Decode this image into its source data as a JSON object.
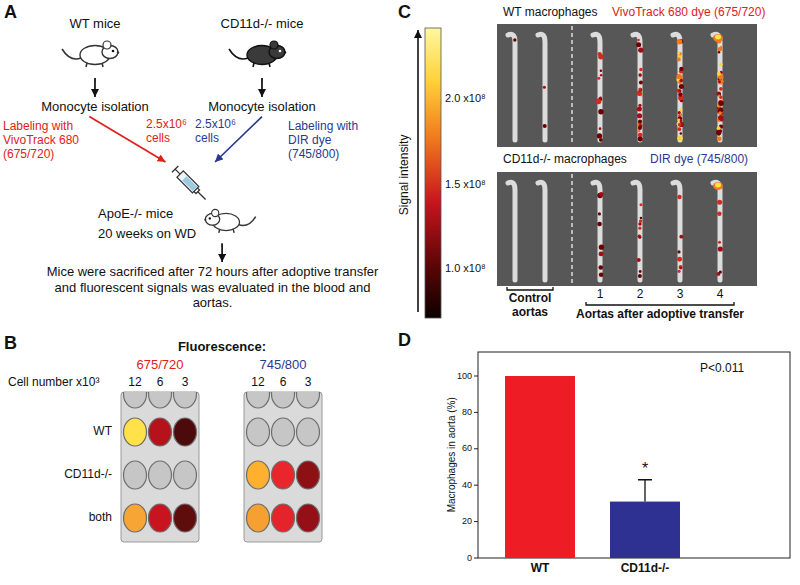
{
  "diagram": {
    "nodes": [
      {
        "text": [
          "WT mice"
        ]
      },
      {
        "text": [
          "CD11d-/- mice"
        ]
      },
      {
        "text": [
          "Monocyte isolation"
        ]
      },
      {
        "text": [
          "Monocyte isolation"
        ]
      },
      {
        "text": [
          "ApoE-/- mice",
          "20 weeks on WD"
        ]
      },
      {
        "text": [
          "Mice were sacrificed after 72 hours after adoptive transfer and fluorescent signals was evaluated in the blood and aortas."
        ]
      }
    ],
    "edges": [
      {
        "from": 0,
        "to": 2,
        "arrow": "to"
      },
      {
        "from": 1,
        "to": 3,
        "arrow": "to"
      },
      {
        "from": 2,
        "to": 4,
        "arrow": "to"
      },
      {
        "from": 3,
        "to": 4,
        "arrow": "to"
      },
      {
        "from": 4,
        "to": 5,
        "arrow": "to"
      }
    ],
    "labels": [
      "A",
      "Labeling with VivoTrack 680 (675/720)",
      "2.5x10⁶ cells",
      "2.5x10⁶ cells",
      "Labeling with DIR dye (745/800)",
      "B",
      "Fluorescence:",
      "675/720",
      "745/800",
      "Cell number x10³",
      "12",
      "6",
      "3",
      "12",
      "6",
      "3",
      "WT",
      "CD11d-/-",
      "both",
      "C",
      "WT macrophages",
      "VivoTrack 680 dye (675/720)",
      "Signal intensity",
      "2.0 x10⁸",
      "1.5 x10⁸",
      "1.0 x10⁸",
      "CD11d-/- macrophages",
      "DIR dye (745/800)",
      "Control aortas",
      "1",
      "2",
      "3",
      "4",
      "Aortas after adoptive transfer",
      "D",
      "Macrophages in aorta (%)",
      "0",
      "20",
      "40",
      "60",
      "80",
      "100",
      "P<0.011",
      "*",
      "WT",
      "CD11d-/-"
    ]
  }
}
